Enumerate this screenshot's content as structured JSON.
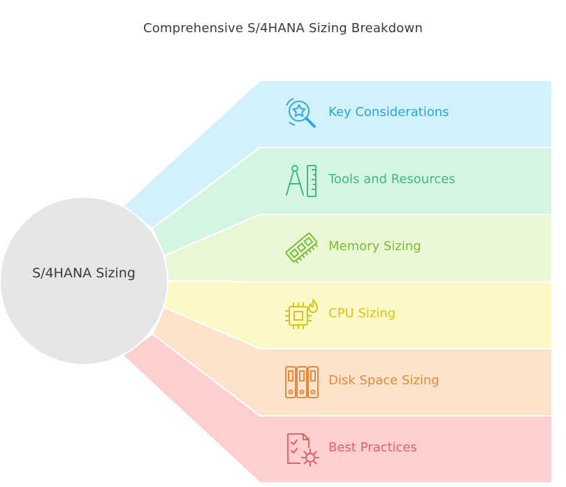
{
  "title": "Comprehensive S/4HANA Sizing Breakdown",
  "hub": {
    "label": "S/4HANA Sizing"
  },
  "branches": [
    {
      "label": "Key Considerations",
      "icon": "search-star-icon",
      "fill": "#d3f0fd",
      "text_color": "#27a7d8",
      "stroke": "#33a9d6"
    },
    {
      "label": "Tools and Resources",
      "icon": "compass-ruler-icon",
      "fill": "#d5f5e3",
      "text_color": "#3dbb7e",
      "stroke": "#3dbb7e"
    },
    {
      "label": "Memory Sizing",
      "icon": "memory-chip-icon",
      "fill": "#e9f7d6",
      "text_color": "#7dbb32",
      "stroke": "#7dbb32"
    },
    {
      "label": "CPU Sizing",
      "icon": "cpu-flame-icon",
      "fill": "#fdf9c7",
      "text_color": "#d8c418",
      "stroke": "#d8c418"
    },
    {
      "label": "Disk Space Sizing",
      "icon": "binders-icon",
      "fill": "#fde3cb",
      "text_color": "#e08a3c",
      "stroke": "#e08a3c"
    },
    {
      "label": "Best Practices",
      "icon": "checklist-gear-icon",
      "fill": "#fdd0cf",
      "text_color": "#e06262",
      "stroke": "#e06262"
    }
  ]
}
